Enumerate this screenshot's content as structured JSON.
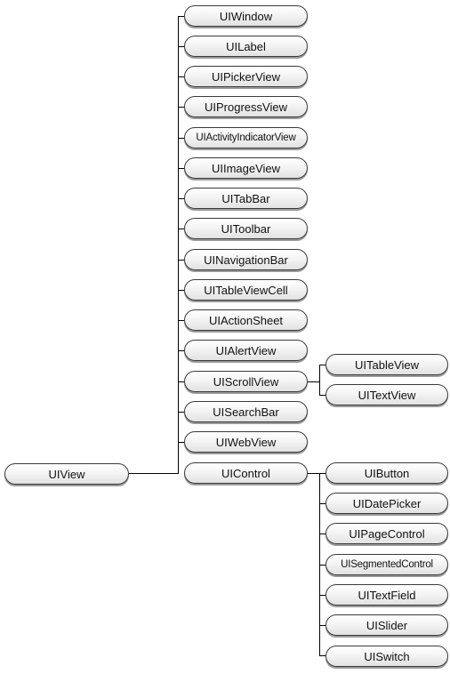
{
  "root": "UIView",
  "children": [
    "UIWindow",
    "UILabel",
    "UIPickerView",
    "UIProgressView",
    "UIActivityIndicatorView",
    "UIImageView",
    "UITabBar",
    "UIToolbar",
    "UINavigationBar",
    "UITableViewCell",
    "UIActionSheet",
    "UIAlertView",
    "UIScrollView",
    "UISearchBar",
    "UIWebView",
    "UIControl"
  ],
  "scrollview_children": [
    "UITableView",
    "UITextView"
  ],
  "control_children": [
    "UIButton",
    "UIDatePicker",
    "UIPageControl",
    "UISegmentedControl",
    "UITextField",
    "UISlider",
    "UISwitch"
  ]
}
